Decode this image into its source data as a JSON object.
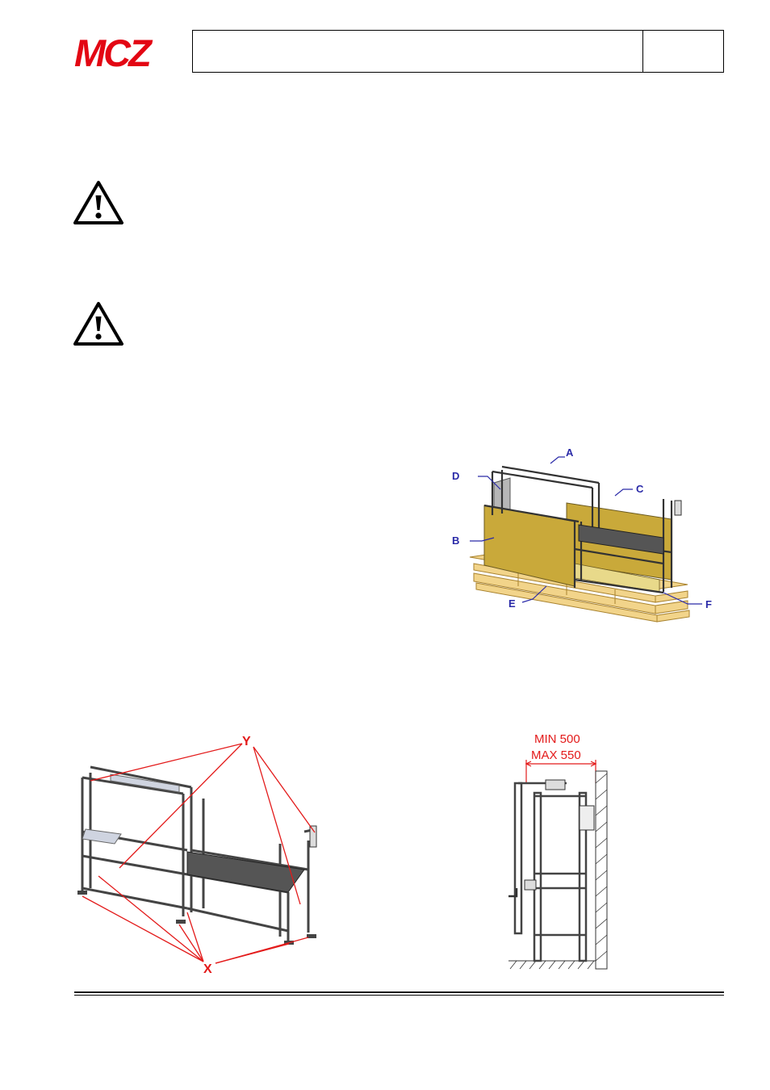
{
  "header": {
    "logo_text": "MCZ",
    "title": "",
    "page": ""
  },
  "icons": {
    "warning_1": "warning-triangle-icon",
    "warning_2": "warning-triangle-icon"
  },
  "figure_pallet": {
    "labels": [
      "A",
      "B",
      "C",
      "D",
      "E",
      "F"
    ],
    "label_color": "#2a2aa8",
    "panel_color": "#c9a93a",
    "pallet_color": "#f2d48a"
  },
  "figure_frame": {
    "label_y": "Y",
    "label_x": "X",
    "annotation_color": "#e31a1a"
  },
  "figure_wall": {
    "dim_min": "MIN 500",
    "dim_max": "MAX 550"
  },
  "colors": {
    "brand": "#e30613"
  }
}
